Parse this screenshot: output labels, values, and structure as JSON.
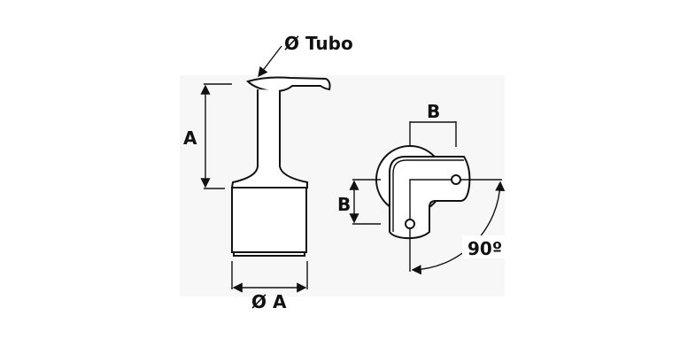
{
  "diagram": {
    "labels": {
      "tube_diameter": "Ø Tubo",
      "height": "A",
      "base_diameter": "Ø A",
      "width_top": "B",
      "width_side": "B",
      "angle": "90º"
    },
    "colors": {
      "stroke": "#111111",
      "background_panel": "#f7f7f7"
    }
  }
}
